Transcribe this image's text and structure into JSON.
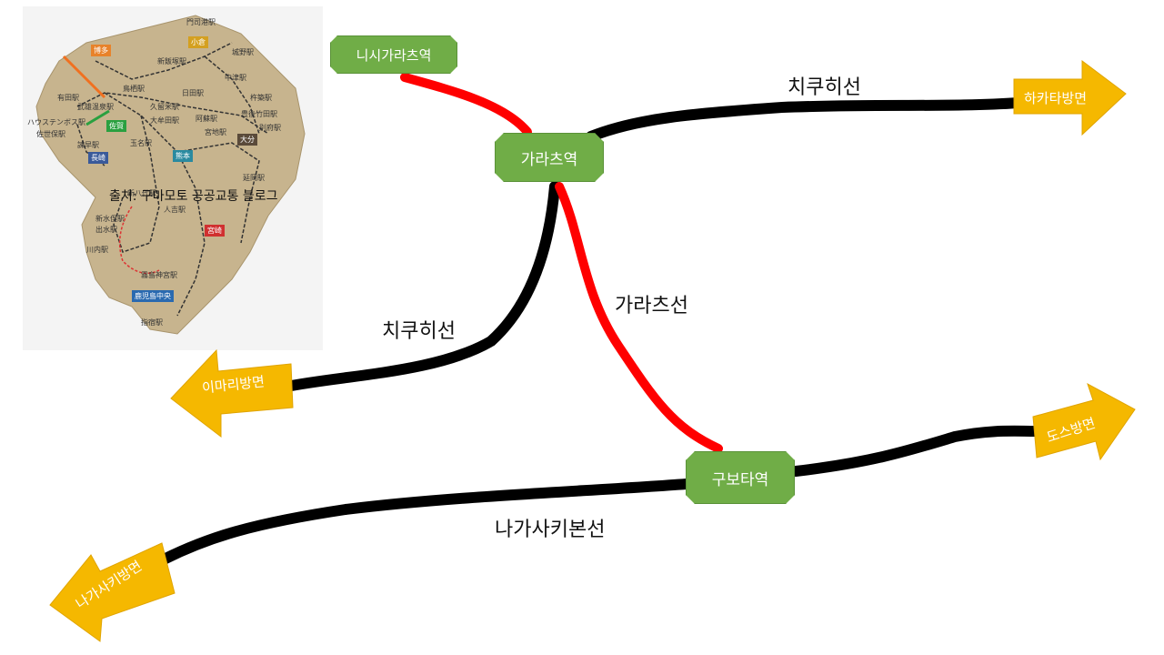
{
  "colors": {
    "station_fill": "#70ad47",
    "arrow_fill": "#f5b800",
    "line_chikuhi": "#000000",
    "line_karatsu": "#ff0000",
    "line_nagasaki": "#000000",
    "map_land": "#c7b48e"
  },
  "map_inset": {
    "source_caption": "출처: 구마모토 공공교통 블로그",
    "badges": [
      "博多",
      "小倉",
      "佐賀",
      "長崎",
      "熊本",
      "大分",
      "宮崎",
      "鹿児島中央"
    ],
    "small_labels": [
      "門司港駅",
      "城野駅",
      "新飯塚駅",
      "中津駅",
      "日田駅",
      "杵築駅",
      "有田駅",
      "武雄温泉駅",
      "鳥栖駅",
      "久留米駅",
      "大牟田駅",
      "阿蘇駅",
      "宮地駅",
      "豊後竹田駅",
      "別府駅",
      "玉名駅",
      "延岡駅",
      "新八代駅",
      "人吉駅",
      "新水俣駅",
      "出水駅",
      "川内駅",
      "霧島神宮駅",
      "指宿駅",
      "ハウステンボス駅",
      "佐世保駅",
      "諫早駅"
    ]
  },
  "stations": {
    "nishikaratsu": "니시가라츠역",
    "karatsu": "가라츠역",
    "kubota": "구보타역"
  },
  "lines": {
    "chikuhi_upper": "치쿠히선",
    "chikuhi_lower": "치쿠히선",
    "karatsu": "가라츠선",
    "nagasaki_main": "나가사키본선"
  },
  "directions": {
    "hakata": "하카타방면",
    "imari": "이마리방면",
    "tosu": "도스방면",
    "nagasaki": "나가사키방면"
  }
}
